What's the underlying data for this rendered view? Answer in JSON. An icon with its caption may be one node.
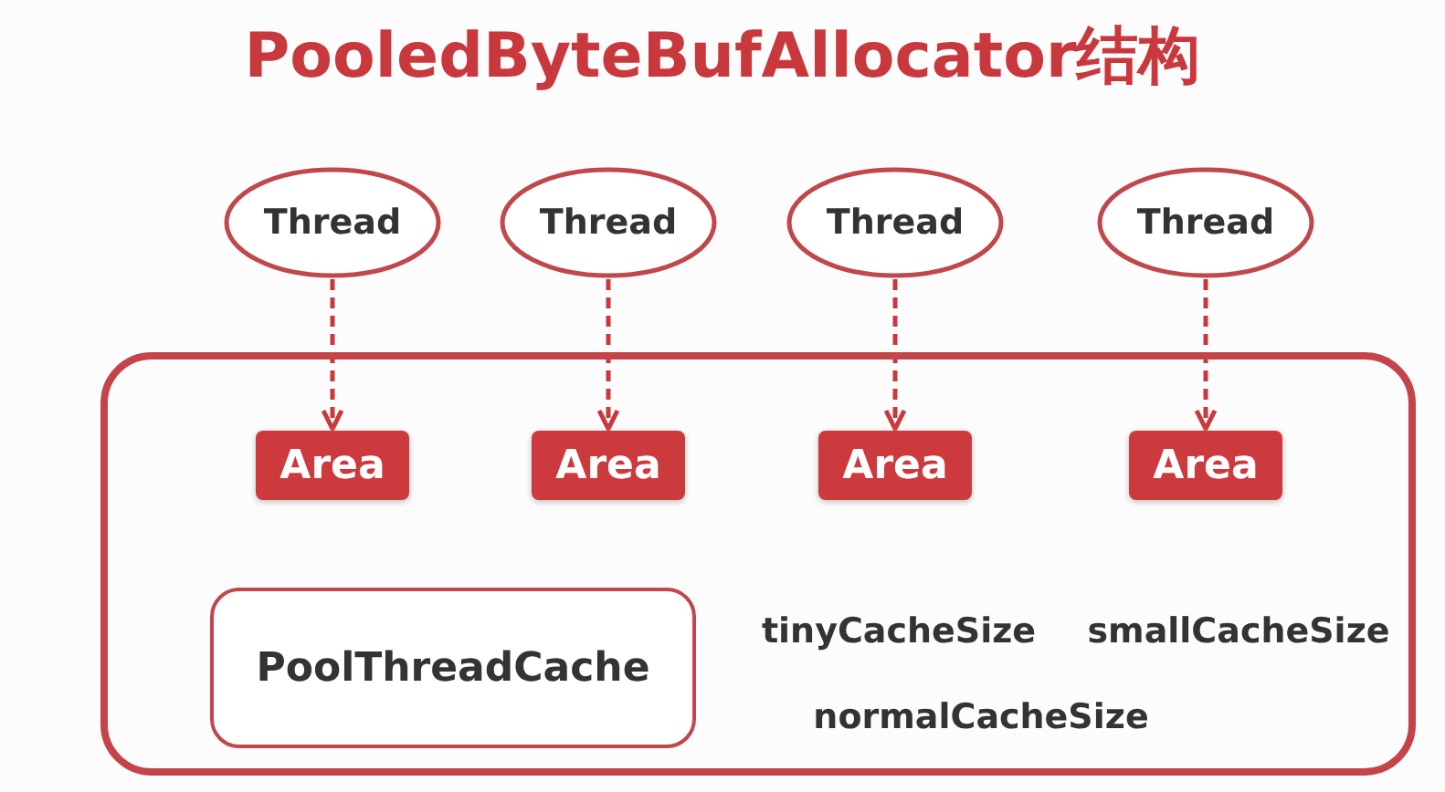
{
  "diagram": {
    "title": "PooledByteBufAllocator结构",
    "nodes": [
      {
        "text": [
          "Thread"
        ]
      },
      {
        "text": [
          "Thread"
        ]
      },
      {
        "text": [
          "Thread"
        ]
      },
      {
        "text": [
          "Thread"
        ]
      },
      {
        "text": [],
        "shape": "box"
      },
      {
        "text": [
          "Area"
        ],
        "in": 4
      },
      {
        "text": [
          "Area"
        ],
        "in": 4
      },
      {
        "text": [
          "Area"
        ],
        "in": 4
      },
      {
        "text": [
          "Area"
        ],
        "in": 4
      },
      {
        "text": [
          "PoolThreadCache"
        ],
        "in": 4
      }
    ],
    "edges": [
      {
        "from": 0,
        "to": 5,
        "arrow": "to",
        "style": "dashed"
      },
      {
        "from": 1,
        "to": 6,
        "arrow": "to",
        "style": "dashed"
      },
      {
        "from": 2,
        "to": 7,
        "arrow": "to",
        "style": "dashed"
      },
      {
        "from": 3,
        "to": 8,
        "arrow": "to",
        "style": "dashed"
      }
    ],
    "labels": [
      "tinyCacheSize",
      "smallCacheSize",
      "normalCacheSize"
    ]
  }
}
